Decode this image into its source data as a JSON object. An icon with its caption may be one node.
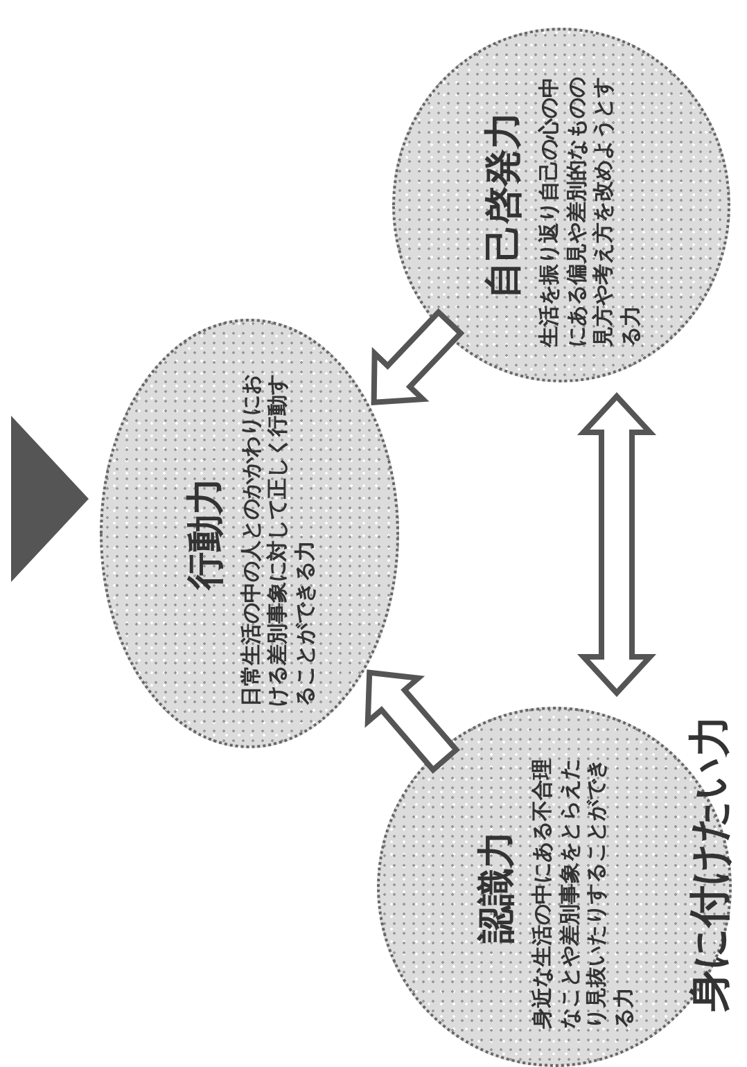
{
  "diagram": {
    "title": "身に付けたい力",
    "nodes": [
      {
        "text": [
          "行動力",
          "日常生活の中の人とのかかわりにおける差別事象に対して正しく行動することができる力"
        ]
      },
      {
        "text": [
          "認識力",
          "身近な生活の中にある不合理なことや差別事象をとらえたり見抜いたりすることができる力"
        ]
      },
      {
        "text": [
          "自己啓発力",
          "生活を振り返り自己の心の中にある偏見や差別的なものの見方や考え方を改めようとする力"
        ]
      }
    ],
    "edges": [
      {
        "from": 1,
        "to": 0,
        "arrow": "to"
      },
      {
        "from": 2,
        "to": 0,
        "arrow": "to"
      },
      {
        "from": 1,
        "to": 2,
        "arrow": "both"
      }
    ]
  }
}
